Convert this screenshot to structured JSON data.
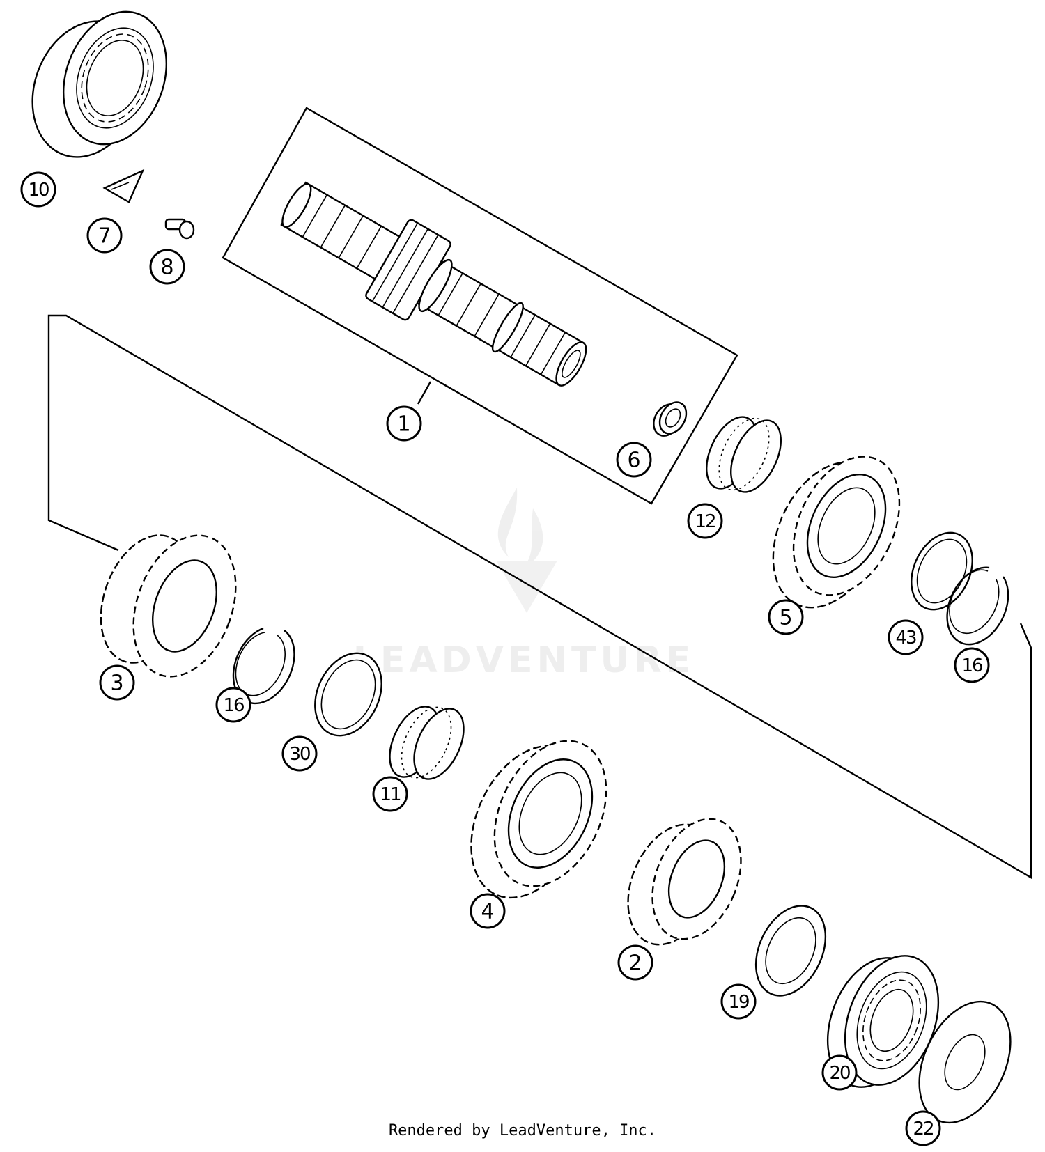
{
  "diagram": {
    "callouts": [
      {
        "id": "p10",
        "label": "10"
      },
      {
        "id": "p7",
        "label": "7"
      },
      {
        "id": "p8",
        "label": "8"
      },
      {
        "id": "p1",
        "label": "1"
      },
      {
        "id": "p6",
        "label": "6"
      },
      {
        "id": "p12",
        "label": "12"
      },
      {
        "id": "p5",
        "label": "5"
      },
      {
        "id": "p43",
        "label": "43"
      },
      {
        "id": "p16b",
        "label": "16"
      },
      {
        "id": "p3",
        "label": "3"
      },
      {
        "id": "p16a",
        "label": "16"
      },
      {
        "id": "p30",
        "label": "30"
      },
      {
        "id": "p11",
        "label": "11"
      },
      {
        "id": "p4",
        "label": "4"
      },
      {
        "id": "p2",
        "label": "2"
      },
      {
        "id": "p19",
        "label": "19"
      },
      {
        "id": "p20",
        "label": "20"
      },
      {
        "id": "p22",
        "label": "22"
      }
    ],
    "credit": "Rendered by LeadVenture, Inc.",
    "watermark": "LEADVENTURE"
  },
  "colors": {
    "line": "#000000",
    "background": "#ffffff",
    "watermark": "#ededed"
  }
}
